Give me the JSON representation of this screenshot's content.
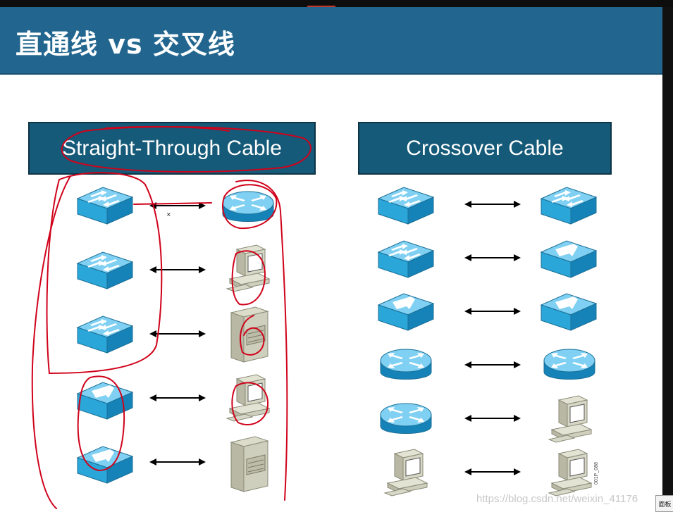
{
  "header": {
    "title": "直通线 vs 交叉线"
  },
  "straight_through": {
    "label": "Straight-Through Cable",
    "pairs": [
      {
        "left": "switch-icon",
        "right": "router-icon"
      },
      {
        "left": "switch-icon",
        "right": "pc-icon"
      },
      {
        "left": "switch-icon",
        "right": "server-icon"
      },
      {
        "left": "layer3-switch-icon",
        "right": "pc-icon"
      },
      {
        "left": "layer3-switch-icon",
        "right": "server-icon"
      }
    ]
  },
  "crossover": {
    "label": "Crossover Cable",
    "pairs": [
      {
        "left": "switch-icon",
        "right": "switch-icon"
      },
      {
        "left": "switch-icon",
        "right": "layer3-switch-icon"
      },
      {
        "left": "layer3-switch-icon",
        "right": "layer3-switch-icon"
      },
      {
        "left": "router-icon",
        "right": "router-icon"
      },
      {
        "left": "router-icon",
        "right": "pc-icon"
      },
      {
        "left": "pc-icon",
        "right": "pc-icon"
      }
    ]
  },
  "figure_code": "001P_088",
  "watermark": "https://blog.csdn.net/weixin_41176",
  "panel_button": "面板",
  "colors": {
    "header": "#22668f",
    "label_box": "#155a78",
    "device": "#2ba6d9",
    "annotation": "#d0021b"
  }
}
